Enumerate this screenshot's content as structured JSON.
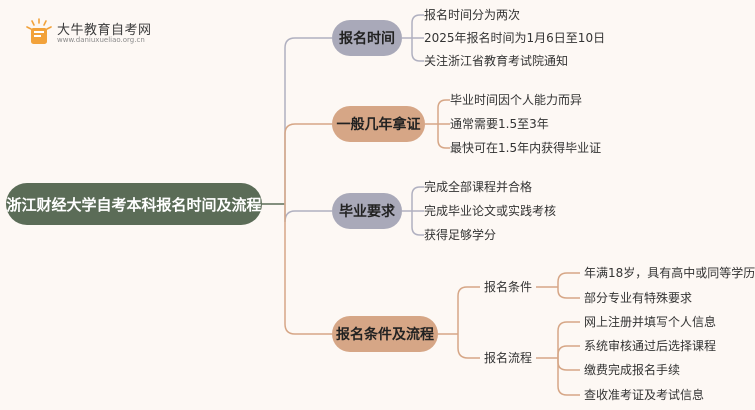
{
  "logo": {
    "title": "大牛教育自考网",
    "url": "www.daniuxueli​ao.org.cn"
  },
  "root": {
    "label": "浙江财经大学自考本科报名时间及流程"
  },
  "branches": [
    {
      "label": "报名时间",
      "leaves": [
        "报名时间分为两次",
        "2025年报名时间为1月6日至10日",
        "关注浙江省教育考试院通知"
      ]
    },
    {
      "label": "一般几年拿证",
      "leaves": [
        "毕业时间因个人能力而异",
        "通常需要1.5至3年",
        "最快可在1.5年内获得毕业证"
      ]
    },
    {
      "label": "毕业要求",
      "leaves": [
        "完成全部课程并合格",
        "完成毕业论文或实践考核",
        "获得足够学分"
      ]
    },
    {
      "label": "报名条件及流程",
      "subs": [
        {
          "label": "报名条件",
          "leaves": [
            "年满18岁，具有高中或同等学历",
            "部分专业有特殊要求"
          ]
        },
        {
          "label": "报名流程",
          "leaves": [
            "网上注册并填写个人信息",
            "系统审核通过后选择课程",
            "缴费完成报名手续",
            "查收准考证及考试信息"
          ]
        }
      ]
    }
  ]
}
